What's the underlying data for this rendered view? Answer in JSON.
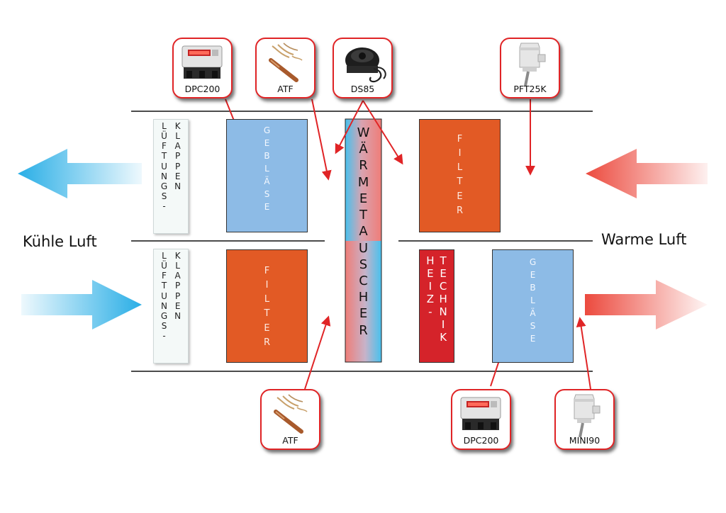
{
  "labels": {
    "left": "Kühle Luft",
    "right": "Warme Luft"
  },
  "blocks": {
    "damper_top": {
      "col1": "LÜFTUNGS-",
      "col2": "KLAPPEN"
    },
    "damper_bottom": {
      "col1": "LÜFTUNGS-",
      "col2": "KLAPPEN"
    },
    "fan_top_left": "GEBLÄSE",
    "filter_bottom_left": "FILTER",
    "heat_exchanger": "WÄRMETAUSCHER",
    "filter_top_right": "FILTER",
    "heating": {
      "col1": "HEIZ-",
      "col2": "TECHNIK"
    },
    "fan_bottom_right": "GEBLÄSE"
  },
  "sensors": [
    {
      "id": "dpc200-top",
      "caption": "DPC200",
      "icon": "differential-pressure-controller"
    },
    {
      "id": "atf-top",
      "caption": "ATF",
      "icon": "cable-temperature-sensor"
    },
    {
      "id": "ds85",
      "caption": "DS85",
      "icon": "duct-smoke-detector"
    },
    {
      "id": "pft25k",
      "caption": "PFT25K",
      "icon": "duct-temperature-sensor"
    },
    {
      "id": "atf-bottom",
      "caption": "ATF",
      "icon": "cable-temperature-sensor"
    },
    {
      "id": "dpc200-bottom",
      "caption": "DPC200",
      "icon": "differential-pressure-controller"
    },
    {
      "id": "mini90",
      "caption": "MINI90",
      "icon": "duct-temperature-sensor"
    }
  ],
  "colors": {
    "fan_blue": "#8dbbe6",
    "filter_orange": "#e25a25",
    "heating_red": "#d5232a",
    "hx_red": "#ef8a85",
    "hx_blue": "#47c1ee",
    "cool_arrow": "#29aee6",
    "warm_arrow": "#ec4a3e",
    "pointer_red": "#e02426",
    "damper_bg": "#f4f9f8"
  }
}
